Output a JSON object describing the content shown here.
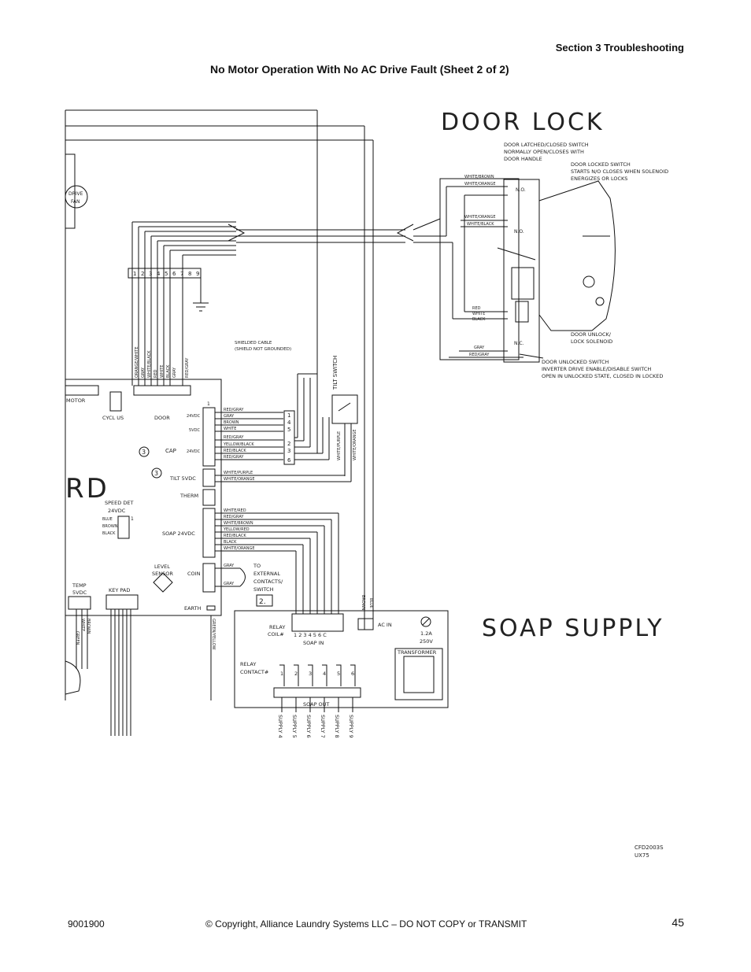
{
  "header": {
    "section": "Section 3 Troubleshooting",
    "title": "No Motor Operation With No AC Drive Fault (Sheet 2 of 2)"
  },
  "diagram": {
    "door_lock_title": "DOOR LOCK",
    "soap_supply_title": "SOAP SUPPLY",
    "board_fragment": "RD",
    "drive_fan": [
      "DRIVE",
      "FAN"
    ],
    "terminal_strip": [
      "1",
      "2",
      "3",
      "4",
      "5",
      "6",
      "7",
      "8",
      "9"
    ],
    "terminal_wires": [
      "ORANGE/WHITE",
      "GRAY",
      "WHITE/BLACK",
      "RED",
      "WHITE",
      "BLACK",
      "GRAY",
      "RED/GRAY"
    ],
    "shielded_cable": [
      "SHIELDED CABLE",
      "(SHIELD NOT GROUNDED)"
    ],
    "tilt_switch": "TILT SWITCH",
    "tilt_wires": [
      "WHITE/PURPLE",
      "WHITE/ORANGE"
    ],
    "door_lock_notes": {
      "latched": [
        "DOOR LATCHED/CLOSED SWITCH",
        "NORMALLY OPEN/CLOSES WITH",
        "DOOR HANDLE"
      ],
      "locked": [
        "DOOR LOCKED SWITCH",
        "STARTS N/O CLOSES WHEN SOLENOID",
        "ENERGIZES OR LOCKS"
      ],
      "unlock": [
        "DOOR UNLOCK/",
        "LOCK SOLENOID"
      ],
      "unlocked": [
        "DOOR UNLOCKED SWITCH",
        "INVERTER DRIVE ENABLE/DISABLE SWITCH",
        "OPEN IN UNLOCKED STATE, CLOSED IN LOCKED"
      ]
    },
    "door_lock_wires": {
      "top": [
        "WHITE/BROWN",
        "WHITE/ORANGE"
      ],
      "mid": [
        "WHITE/ORANGE",
        "WHITE/BLACK"
      ],
      "solenoid": [
        "RED",
        "WHITE",
        "BLACK"
      ],
      "bottom": [
        "GRAY",
        "RED/GRAY"
      ]
    },
    "switch_labels": [
      "N.O.",
      "N.O.",
      "N.C."
    ],
    "board_labels": {
      "motor": "MOTOR",
      "cycl_us": "CYCL US",
      "door": "DOOR",
      "cap": "CAP",
      "tilt": "TILT 5VDC",
      "therm": "THERM",
      "speed_det": [
        "SPEED DET",
        "24VDC"
      ],
      "speed_wires": [
        "BLUE",
        "BROWN",
        "BLACK"
      ],
      "soap": "SOAP 24VDC",
      "level": [
        "LEVEL",
        "SENSOR"
      ],
      "coin": "COIN",
      "temp": [
        "TEMP",
        "5VDC"
      ],
      "temp_wires": [
        "GREEN",
        "WHITE",
        "BROWN"
      ],
      "keypad": "KEY PAD",
      "earth": "EARTH",
      "earth_wire": "GREEN/YELLOW",
      "v24": "24VDC",
      "v5": "5VDC",
      "pin1": "1",
      "callout": "3",
      "ref2": "2."
    },
    "door_connector_wires": [
      {
        "label": "RED/GRAY",
        "pin": "1"
      },
      {
        "label": "GRAY",
        "pin": "4"
      },
      {
        "label": "BROWN",
        "pin": "5"
      },
      {
        "label": "WHITE",
        "pin": ""
      },
      {
        "label": "RED/GRAY",
        "pin": "2"
      },
      {
        "label": "YELLOW/BLACK",
        "pin": "3"
      },
      {
        "label": "RED/BLACK",
        "pin": "6"
      },
      {
        "label": "RED/GRAY",
        "pin": ""
      }
    ],
    "tilt_conn_wires": [
      "WHITE/PURPLE",
      "WHITE/ORANGE"
    ],
    "soap_conn_wires": [
      "WHITE/RED",
      "RED/GRAY",
      "WHITE/BROWN",
      "YELLOW/RED",
      "RED/BLACK",
      "BLACK",
      "WHITE/ORANGE"
    ],
    "coin_wires": [
      "GRAY",
      "GRAY"
    ],
    "external": [
      "TO",
      "EXTERNAL",
      "CONTACTS/",
      "SWITCH"
    ],
    "soap_box": {
      "relay_coil": [
        "RELAY",
        "COIL#"
      ],
      "coil_pins": "1 2 3 4 5 6 C",
      "soap_in": "SOAP IN",
      "ac_in": "AC IN",
      "fuse": [
        "1.2A",
        "250V"
      ],
      "transformer": "TRANSFORMER",
      "relay_contact": [
        "RELAY",
        "CONTACT#"
      ],
      "contact_nums": [
        "1",
        "2",
        "3",
        "4",
        "5",
        "6"
      ],
      "soap_out": "SOAP OUT",
      "ac_wires": [
        "BROWN",
        "BLUE"
      ]
    },
    "supply_labels": [
      "SUPPLY 4",
      "SUPPLY 5",
      "SUPPLY 6",
      "SUPPLY 7",
      "SUPPLY 8",
      "SUPPLY 9"
    ],
    "figure_id": [
      "CFD2003S",
      "UX75"
    ]
  },
  "footer": {
    "doc_number": "9001900",
    "copyright": "© Copyright, Alliance Laundry Systems LLC – DO NOT COPY or TRANSMIT",
    "page": "45"
  }
}
